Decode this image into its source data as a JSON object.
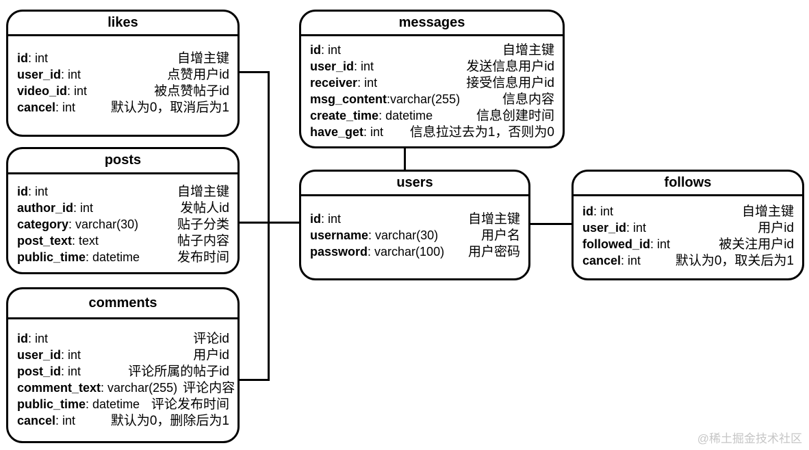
{
  "watermark": "@稀土掘金技术社区",
  "colors": {
    "border": "#000000",
    "background": "#ffffff",
    "text": "#000000",
    "watermark": "#c6c6c6"
  },
  "tables": {
    "likes": {
      "title": "likes",
      "fields": [
        {
          "name": "id",
          "type": ": int",
          "desc": "自增主键"
        },
        {
          "name": "user_id",
          "type": ": int",
          "desc": "点赞用户id"
        },
        {
          "name": "video_id",
          "type": ": int",
          "desc": "被点赞帖子id"
        },
        {
          "name": "cancel",
          "type": ": int",
          "desc": "默认为0，取消后为1"
        }
      ]
    },
    "posts": {
      "title": "posts",
      "fields": [
        {
          "name": "id",
          "type": ": int",
          "desc": "自增主键"
        },
        {
          "name": "author_id",
          "type": ": int",
          "desc": "发帖人id"
        },
        {
          "name": "category",
          "type": ": varchar(30)",
          "desc": "贴子分类"
        },
        {
          "name": "post_text",
          "type": ": text",
          "desc": "帖子内容"
        },
        {
          "name": "public_time",
          "type": ": datetime",
          "desc": "发布时间"
        }
      ]
    },
    "comments": {
      "title": "comments",
      "fields": [
        {
          "name": "id",
          "type": ": int",
          "desc": "评论id"
        },
        {
          "name": "user_id",
          "type": ": int",
          "desc": "用户id"
        },
        {
          "name": "post_id",
          "type": ": int",
          "desc": "评论所属的帖子id"
        },
        {
          "name": "comment_text",
          "type": ": varchar(255)",
          "desc": "评论内容"
        },
        {
          "name": "public_time",
          "type": ": datetime",
          "desc": "评论发布时间"
        },
        {
          "name": "cancel",
          "type": ": int",
          "desc": "默认为0，删除后为1"
        }
      ]
    },
    "messages": {
      "title": "messages",
      "fields": [
        {
          "name": "id",
          "type": ": int",
          "desc": "自增主键"
        },
        {
          "name": "user_id",
          "type": ": int",
          "desc": "发送信息用户id"
        },
        {
          "name": "receiver",
          "type": ": int",
          "desc": "接受信息用户id"
        },
        {
          "name": "msg_content",
          "type": ":varchar(255)",
          "desc": "信息内容"
        },
        {
          "name": "create_time",
          "type": ": datetime",
          "desc": "信息创建时间"
        },
        {
          "name": "have_get",
          "type": ": int",
          "desc": "信息拉过去为1，否则为0"
        }
      ]
    },
    "users": {
      "title": "users",
      "fields": [
        {
          "name": "id",
          "type": ": int",
          "desc": "自增主键"
        },
        {
          "name": "username",
          "type": ": varchar(30)",
          "desc": "用户名"
        },
        {
          "name": "password",
          "type": ": varchar(100)",
          "desc": "用户密码"
        }
      ]
    },
    "follows": {
      "title": "follows",
      "fields": [
        {
          "name": "id",
          "type": ": int",
          "desc": "自增主键"
        },
        {
          "name": "user_id",
          "type": ": int",
          "desc": "用户id"
        },
        {
          "name": "followed_id",
          "type": ": int",
          "desc": "被关注用户id"
        },
        {
          "name": "cancel",
          "type": ": int",
          "desc": "默认为0，取关后为1"
        }
      ]
    }
  },
  "relations": [
    {
      "from": "likes",
      "to": "users"
    },
    {
      "from": "posts",
      "to": "users"
    },
    {
      "from": "comments",
      "to": "users"
    },
    {
      "from": "messages",
      "to": "users"
    },
    {
      "from": "users",
      "to": "follows"
    }
  ]
}
